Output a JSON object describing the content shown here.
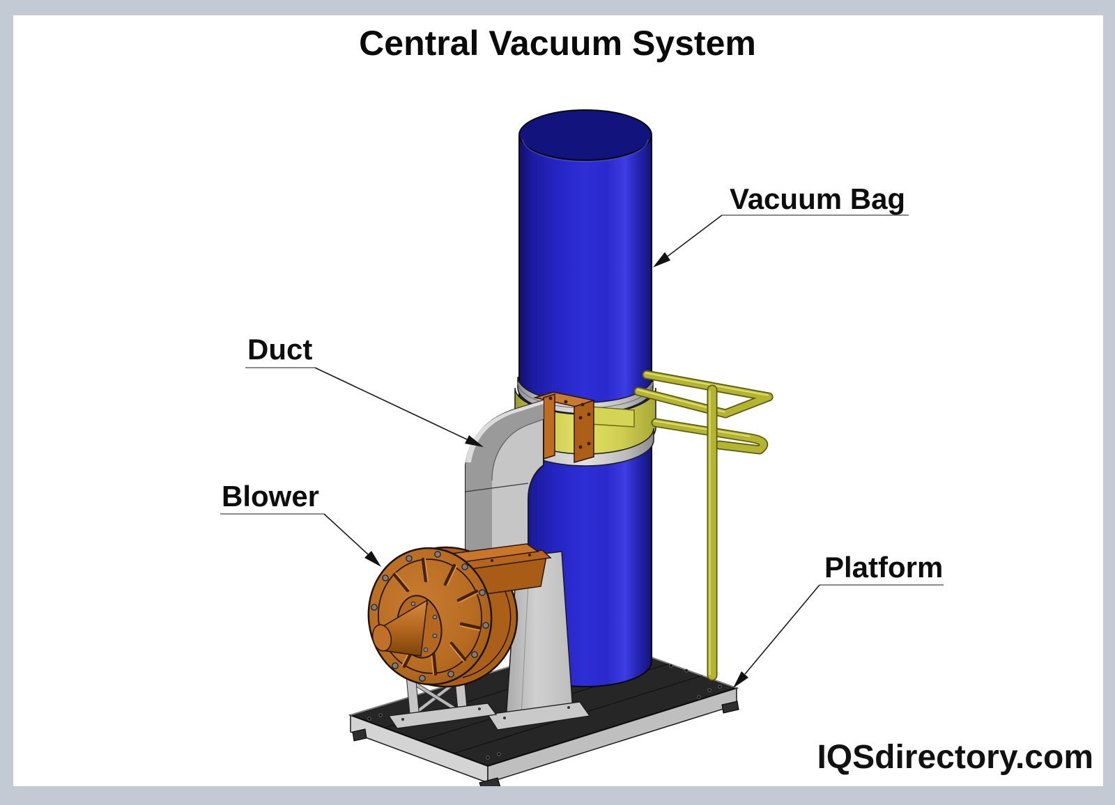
{
  "title": {
    "text": "Central Vacuum System"
  },
  "watermark": {
    "text": "IQSdirectory.com"
  },
  "diagram": {
    "callouts": {
      "vacuum_bag": {
        "label": "Vacuum Bag"
      },
      "duct": {
        "label": "Duct"
      },
      "blower": {
        "label": "Blower"
      },
      "platform": {
        "label": "Platform"
      }
    },
    "colors": {
      "vacuum_bag_blue": "#2e2ed6",
      "vacuum_bag_top": "#13137e",
      "clamp_ring_gray": "#c8c8c8",
      "band_yellow": "#d8d855",
      "frame_yellow": "#b4b431",
      "blower_copper": "#b4681f",
      "scroll_copper": "#ab6019",
      "duct_gray": "#c6c6c6",
      "platform_top": "#262626",
      "platform_side_left": "#d4d4d4",
      "platform_side_right": "#bfbfbf",
      "background": "#ffffff",
      "page_border": "#c4cad4",
      "leader_line": "#1a1a1a",
      "label_underline": "#8a8a8a"
    }
  }
}
